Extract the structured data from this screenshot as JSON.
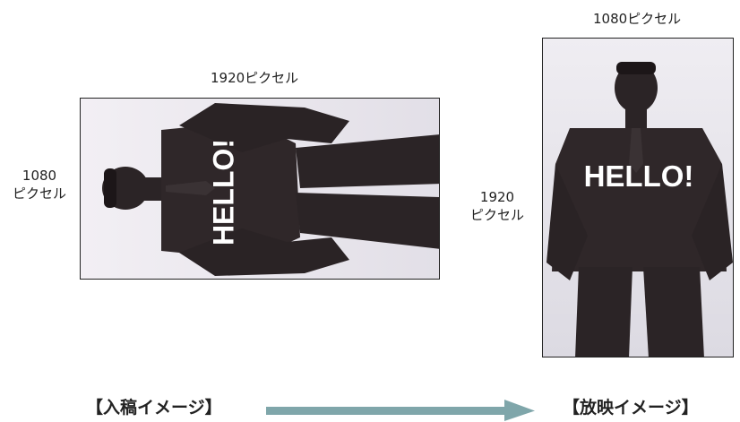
{
  "source": {
    "width_label": "1920ピクセル",
    "height_label_line1": "1080",
    "height_label_line2": "ピクセル",
    "caption": "【入稿イメージ】",
    "overlay_text": "HELLO!"
  },
  "output": {
    "width_label": "1080ピクセル",
    "height_label_line1": "1920",
    "height_label_line2": "ピクセル",
    "caption": "【放映イメージ】",
    "overlay_text": "HELLO!"
  },
  "colors": {
    "arrow": "#7fa6aa",
    "silhouette": "#2b2426",
    "frame_border": "#222222"
  },
  "icons": [
    "man-silhouette-icon",
    "arrow-right-icon"
  ]
}
